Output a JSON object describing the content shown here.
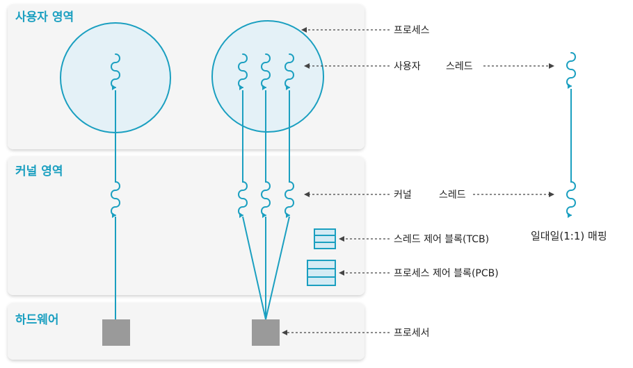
{
  "regions": {
    "user": "사용자 영역",
    "kernel": "커널 영역",
    "hardware": "하드웨어"
  },
  "labels": {
    "process": "프로세스",
    "user_thread_a": "사용자",
    "user_thread_b": "스레드",
    "kernel_thread_a": "커널",
    "kernel_thread_b": "스레드",
    "tcb": "스레드 제어 블록(TCB)",
    "pcb": "프로세스 제어 블록(PCB)",
    "processor": "프로세서",
    "mapping": "일대일(1:1) 매핑"
  },
  "colors": {
    "accent": "#1a9fc0",
    "region_fill": "#f5f5f5",
    "circle_fill": "#e4f1f7",
    "processor_fill": "#9a9a9a",
    "arrow": "#444444"
  }
}
